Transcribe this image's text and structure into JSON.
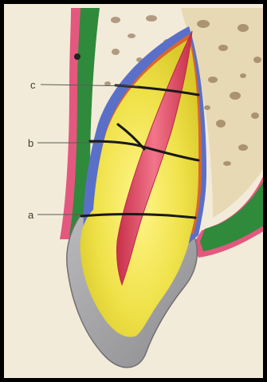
{
  "labels": {
    "a": "a",
    "b": "b",
    "c": "c"
  },
  "colors": {
    "frame": "#000000",
    "background": "#f3ebd9",
    "bone": "#e6d6b2",
    "bone_spots": "#7a5a3a",
    "gingiva_pink": "#e3587e",
    "gingiva_green": "#2f8a3c",
    "periodontal_blue": "#5a70c8",
    "cementum_orange": "#d9662c",
    "dentin_yellow": "#eee23e",
    "pulp_red": "#e0455e",
    "enamel_gray": "#a3a3a6",
    "fracture_lines": "#1a1a1a"
  }
}
